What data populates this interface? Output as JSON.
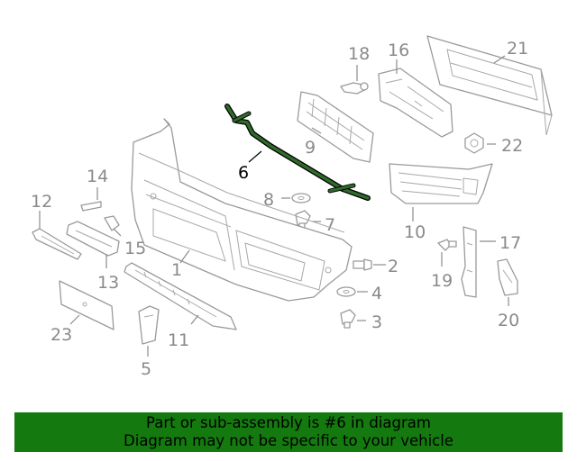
{
  "diagram": {
    "highlight_color": "#2f6b2a",
    "callouts": [
      "1",
      "2",
      "3",
      "4",
      "5",
      "6",
      "7",
      "8",
      "9",
      "10",
      "11",
      "12",
      "13",
      "14",
      "15",
      "16",
      "17",
      "18",
      "19",
      "20",
      "21",
      "22",
      "23"
    ],
    "highlighted_part": "6"
  },
  "banner": {
    "line1": "Part or sub-assembly is #6 in diagram",
    "line2": "Diagram may not be specific to your vehicle",
    "background": "#147a0f"
  }
}
